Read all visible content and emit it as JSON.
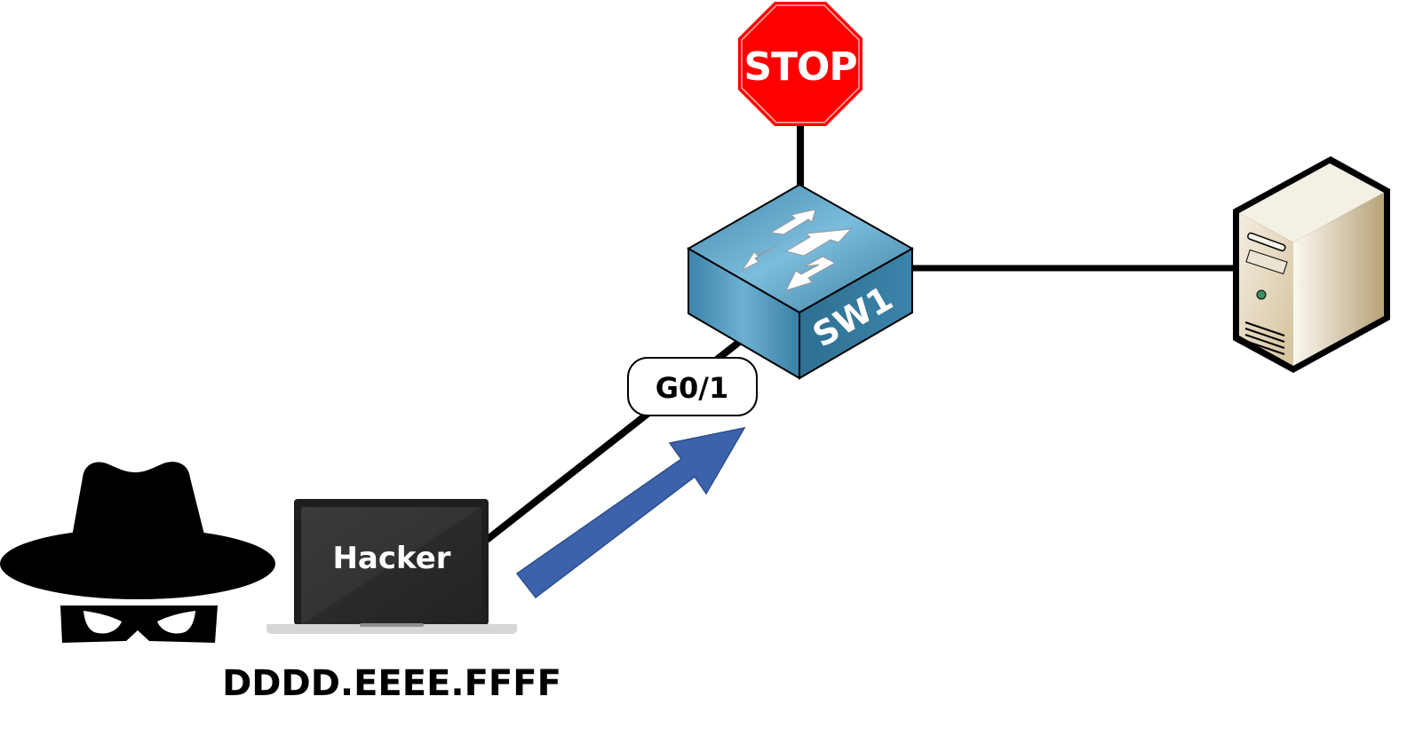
{
  "diagram": {
    "title": "",
    "stop_sign": {
      "text": "STOP",
      "color": "#ff0000"
    },
    "switch": {
      "label": "SW1",
      "color": "#4a8fb3"
    },
    "interface_label": "G0/1",
    "laptop": {
      "label": "Hacker"
    },
    "hacker_mac": "DDDD.EEEE.FFFF",
    "arrow_color": "#3b62aa",
    "server": {
      "name": "server"
    },
    "links": [
      {
        "from": "stop-sign",
        "to": "SW1"
      },
      {
        "from": "SW1",
        "to": "server"
      },
      {
        "from": "Hacker",
        "to": "SW1",
        "interface": "G0/1"
      }
    ]
  }
}
